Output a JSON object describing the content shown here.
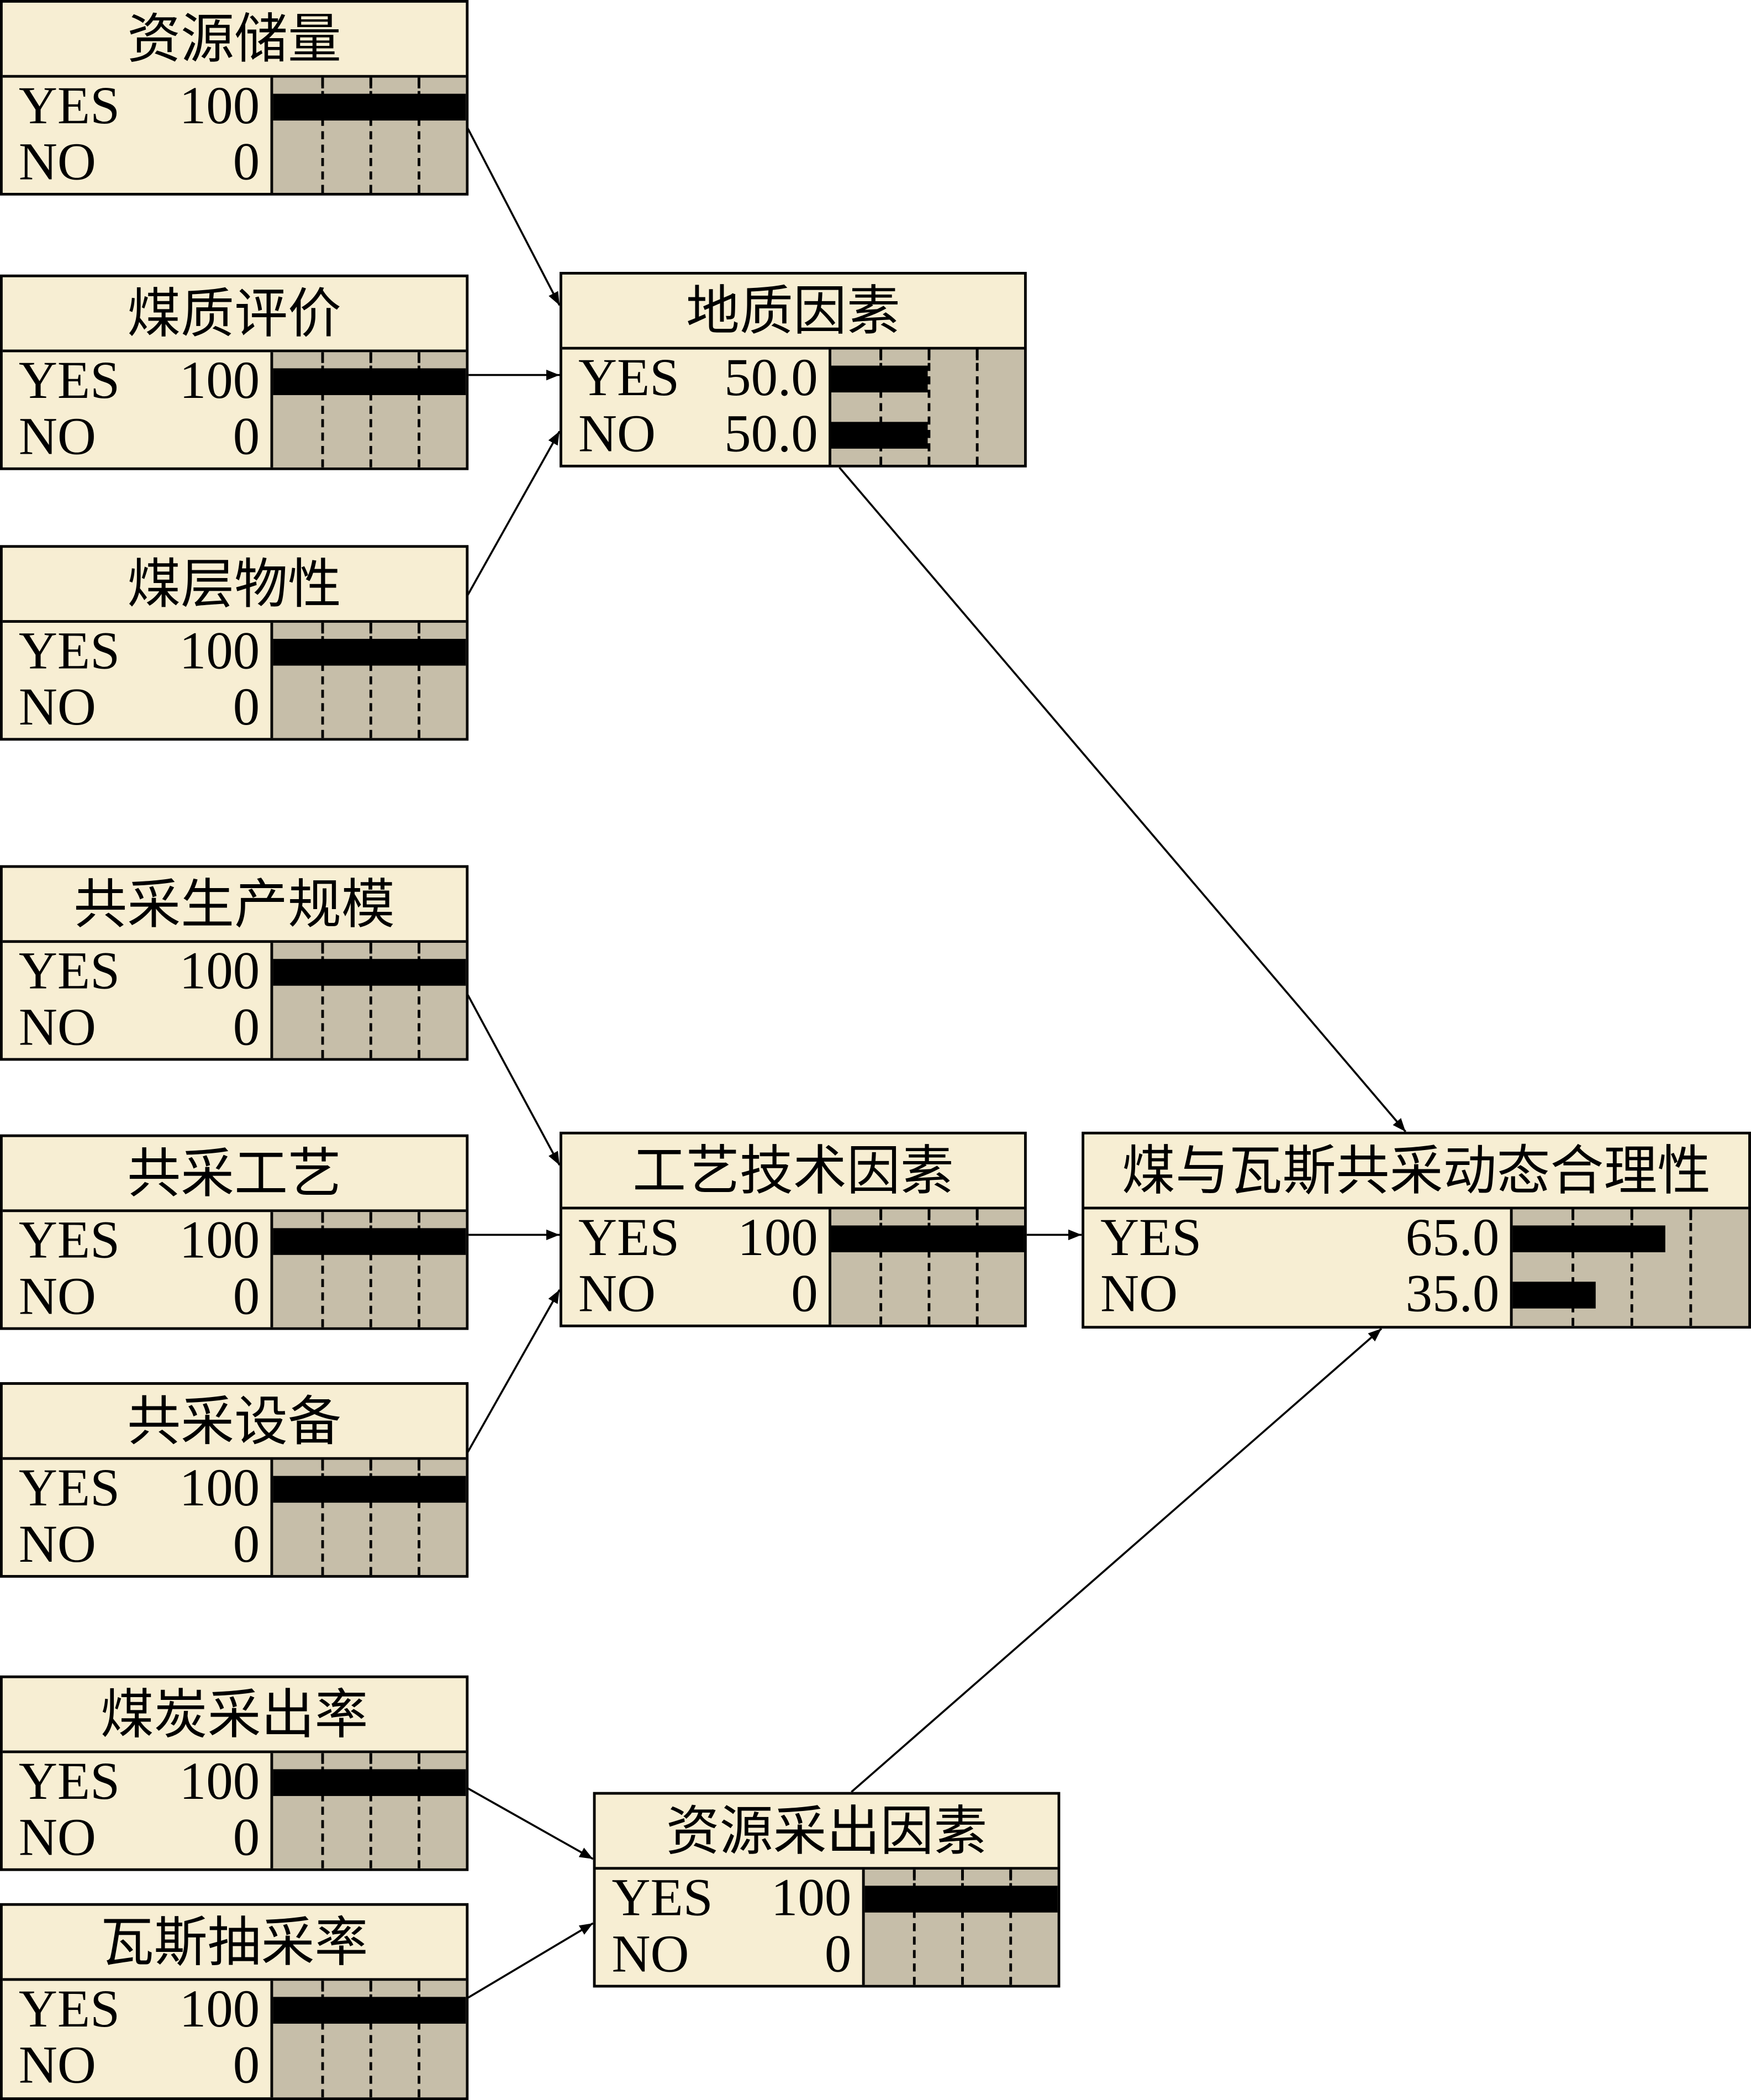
{
  "nodes": [
    {
      "id": "n1",
      "title": "资源储量",
      "states": [
        {
          "label": "YES",
          "value": "100",
          "p": 100
        },
        {
          "label": "NO",
          "value": "0",
          "p": 0
        }
      ]
    },
    {
      "id": "n2",
      "title": "煤质评价",
      "states": [
        {
          "label": "YES",
          "value": "100",
          "p": 100
        },
        {
          "label": "NO",
          "value": "0",
          "p": 0
        }
      ]
    },
    {
      "id": "n3",
      "title": "煤层物性",
      "states": [
        {
          "label": "YES",
          "value": "100",
          "p": 100
        },
        {
          "label": "NO",
          "value": "0",
          "p": 0
        }
      ]
    },
    {
      "id": "n4",
      "title": "共采生产规模",
      "states": [
        {
          "label": "YES",
          "value": "100",
          "p": 100
        },
        {
          "label": "NO",
          "value": "0",
          "p": 0
        }
      ]
    },
    {
      "id": "n5",
      "title": "共采工艺",
      "states": [
        {
          "label": "YES",
          "value": "100",
          "p": 100
        },
        {
          "label": "NO",
          "value": "0",
          "p": 0
        }
      ]
    },
    {
      "id": "n6",
      "title": "共采设备",
      "states": [
        {
          "label": "YES",
          "value": "100",
          "p": 100
        },
        {
          "label": "NO",
          "value": "0",
          "p": 0
        }
      ]
    },
    {
      "id": "n7",
      "title": "煤炭采出率",
      "states": [
        {
          "label": "YES",
          "value": "100",
          "p": 100
        },
        {
          "label": "NO",
          "value": "0",
          "p": 0
        }
      ]
    },
    {
      "id": "n8",
      "title": "瓦斯抽采率",
      "states": [
        {
          "label": "YES",
          "value": "100",
          "p": 100
        },
        {
          "label": "NO",
          "value": "0",
          "p": 0
        }
      ]
    },
    {
      "id": "geo",
      "title": "地质因素",
      "states": [
        {
          "label": "YES",
          "value": "50.0",
          "p": 50
        },
        {
          "label": "NO",
          "value": "50.0",
          "p": 50
        }
      ]
    },
    {
      "id": "tech",
      "title": "工艺技术因素",
      "states": [
        {
          "label": "YES",
          "value": "100",
          "p": 100
        },
        {
          "label": "NO",
          "value": "0",
          "p": 0
        }
      ]
    },
    {
      "id": "res",
      "title": "资源采出因素",
      "states": [
        {
          "label": "YES",
          "value": "100",
          "p": 100
        },
        {
          "label": "NO",
          "value": "0",
          "p": 0
        }
      ]
    },
    {
      "id": "final",
      "title": "煤与瓦斯共采动态合理性",
      "states": [
        {
          "label": "YES",
          "value": "65.0",
          "p": 65
        },
        {
          "label": "NO",
          "value": "35.0",
          "p": 35
        }
      ]
    }
  ],
  "edges": [
    {
      "from": "n1",
      "to": "geo"
    },
    {
      "from": "n2",
      "to": "geo"
    },
    {
      "from": "n3",
      "to": "geo"
    },
    {
      "from": "n4",
      "to": "tech"
    },
    {
      "from": "n5",
      "to": "tech"
    },
    {
      "from": "n6",
      "to": "tech"
    },
    {
      "from": "n7",
      "to": "res"
    },
    {
      "from": "n8",
      "to": "res"
    },
    {
      "from": "geo",
      "to": "final"
    },
    {
      "from": "tech",
      "to": "final"
    },
    {
      "from": "res",
      "to": "final"
    }
  ]
}
